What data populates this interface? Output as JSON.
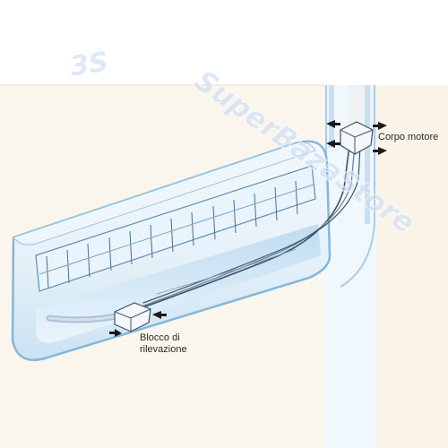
{
  "labels": {
    "motor": "Corpo motore",
    "sensor_line1": "Blocco di",
    "sensor_line2": "rilevazione"
  },
  "watermark": {
    "top": "3S",
    "main": "SuperBazaStore"
  },
  "colors": {
    "wall": "#f8efdf",
    "wall_outline": "#b7d6ec",
    "unit_glow": "#d6e9f6",
    "unit_outline": "#7eb4d8",
    "grille": "#4a6f8e",
    "arrow": "#1a1a1a",
    "pipe": "#3e5366"
  }
}
